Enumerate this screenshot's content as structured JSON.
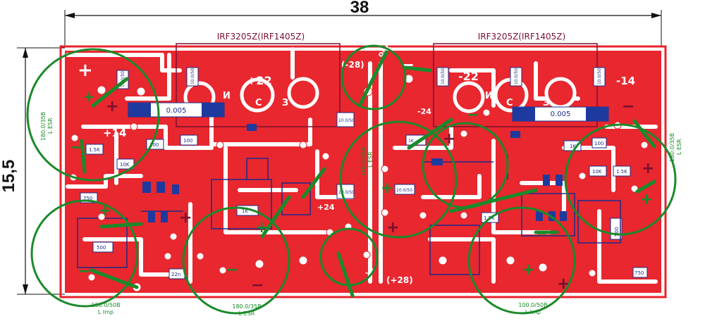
{
  "dimensions": {
    "width": "38",
    "height": "15,5"
  },
  "transistors": {
    "left": "IRF3205Z(IRF1405Z)",
    "right": "IRF3205Z(IRF1405Z)"
  },
  "shunts": {
    "left": "0.005",
    "right": "0.005"
  },
  "rail_labels": {
    "pos22": "+22",
    "neg22": "-22",
    "pos14": "+14",
    "neg14": "-14",
    "neg28": "(-28)",
    "pos28": "(+28)",
    "pos24": "+24",
    "neg24": "-24"
  },
  "pin_labels": {
    "left": [
      "И",
      "С",
      "З"
    ],
    "right": [
      "И",
      "С",
      "З"
    ]
  },
  "io_labels": {
    "out": "out",
    "in": "in"
  },
  "capacitors": {
    "c1": {
      "value": "180.0/35В",
      "note": "L ESR"
    },
    "c2": {
      "value": "100.0/50В",
      "note": "L Imp"
    },
    "c3": {
      "value": "180.0/35В",
      "note": "L ESR"
    },
    "c4": {
      "value": "180.0/35В",
      "note": "L ESR"
    },
    "c5": {
      "value": "100.0/50В",
      "note": "L Imp"
    },
    "c6": {
      "value": "180.0/35В",
      "note": "L ESR"
    }
  },
  "small_parts": [
    "10.0/50",
    "10.0/50",
    "1.5K",
    "10K",
    "100",
    "100",
    "750",
    "500",
    "22n",
    "1K",
    "10.0/50",
    "10.0/50",
    "1K",
    "1.5K",
    "10K",
    "100",
    "1.5K",
    "500",
    "750",
    "10.0/50",
    "10.0/50",
    "10.0/50",
    "10.0/50",
    "1K"
  ]
}
